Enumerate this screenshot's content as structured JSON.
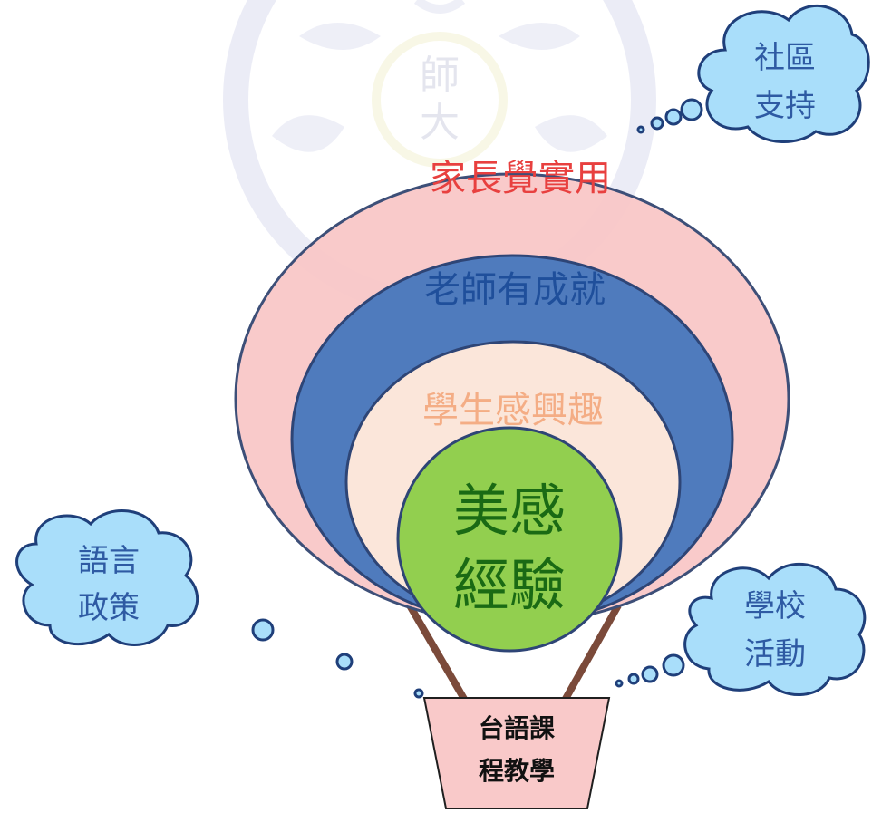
{
  "watermark": {
    "char_top": "師",
    "char_bottom": "大"
  },
  "balloon": {
    "outer_label": "家長覺實用",
    "second_label": "老師有成就",
    "third_label": "學生感興趣",
    "core_line1": "美感",
    "core_line2": "經驗"
  },
  "basket": {
    "line1": "台語課",
    "line2": "程教學"
  },
  "clouds": {
    "community": {
      "line1": "社區",
      "line2": "支持"
    },
    "language_policy": {
      "line1": "語言",
      "line2": "政策"
    },
    "school_activities": {
      "line1": "學校",
      "line2": "活動"
    }
  },
  "colors": {
    "outer": "#f9c6c6",
    "second": "#4f7bbd",
    "third": "#fbe6da",
    "core": "#92cf4f",
    "outline": "#3d4f78",
    "outer_text": "#e8403f",
    "second_text": "#1f4f9b",
    "third_text": "#f4ad85",
    "core_text": "#1a6a14",
    "cloud_fill": "#a9defa",
    "cloud_text": "#2e5aa3",
    "rope": "#7b4a3a",
    "basket_fill": "#f9c9c9"
  }
}
